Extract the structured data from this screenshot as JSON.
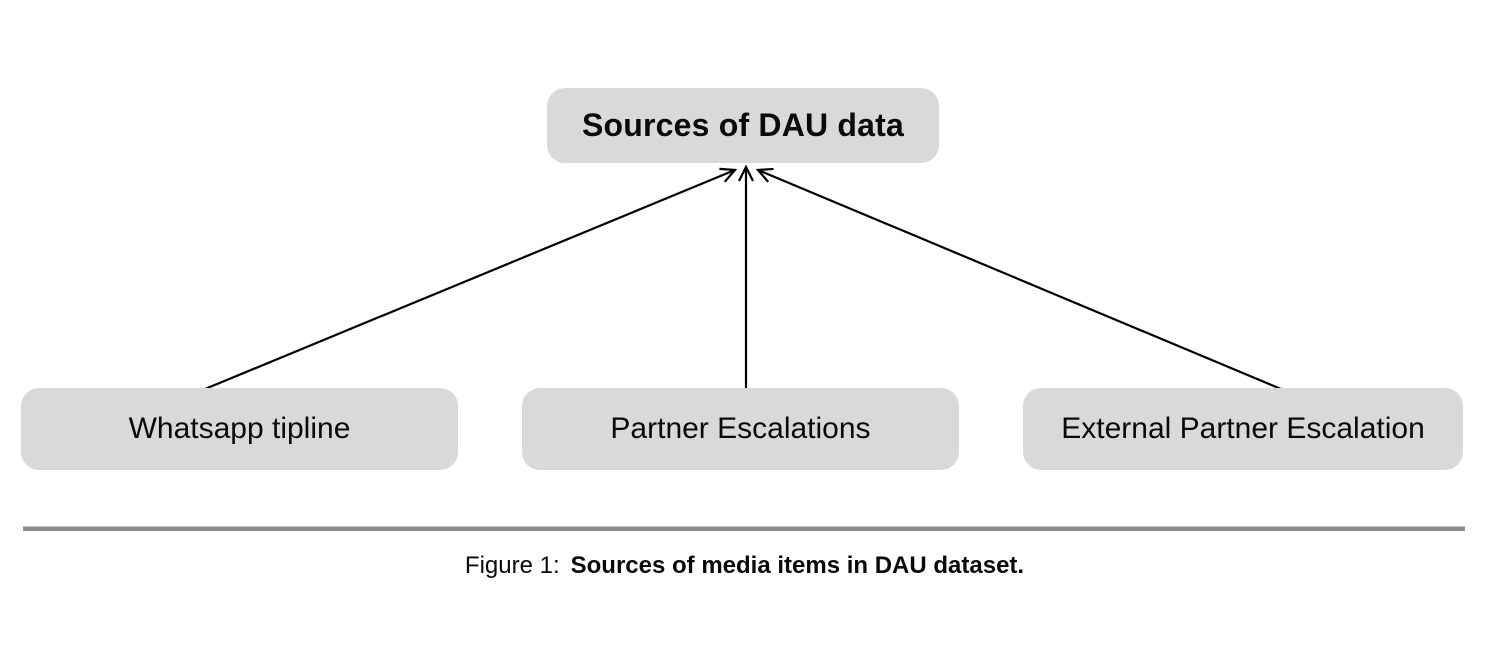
{
  "diagram": {
    "root": {
      "label": "Sources of DAU data"
    },
    "children": [
      {
        "label": "Whatsapp tipline"
      },
      {
        "label": "Partner Escalations"
      },
      {
        "label": "External Partner Escalation"
      }
    ],
    "edges": [
      {
        "from": "Whatsapp tipline",
        "to": "Sources of DAU data"
      },
      {
        "from": "Partner Escalations",
        "to": "Sources of DAU data"
      },
      {
        "from": "External Partner Escalation",
        "to": "Sources of DAU data"
      }
    ]
  },
  "caption": {
    "prefix": "Figure 1:",
    "text": "Sources of media items in DAU dataset."
  },
  "colors": {
    "node_fill": "#d9d9d9",
    "arrow": "#000000",
    "divider": "#8e8a8a",
    "text": "#0a0a0a",
    "background": "#ffffff"
  }
}
